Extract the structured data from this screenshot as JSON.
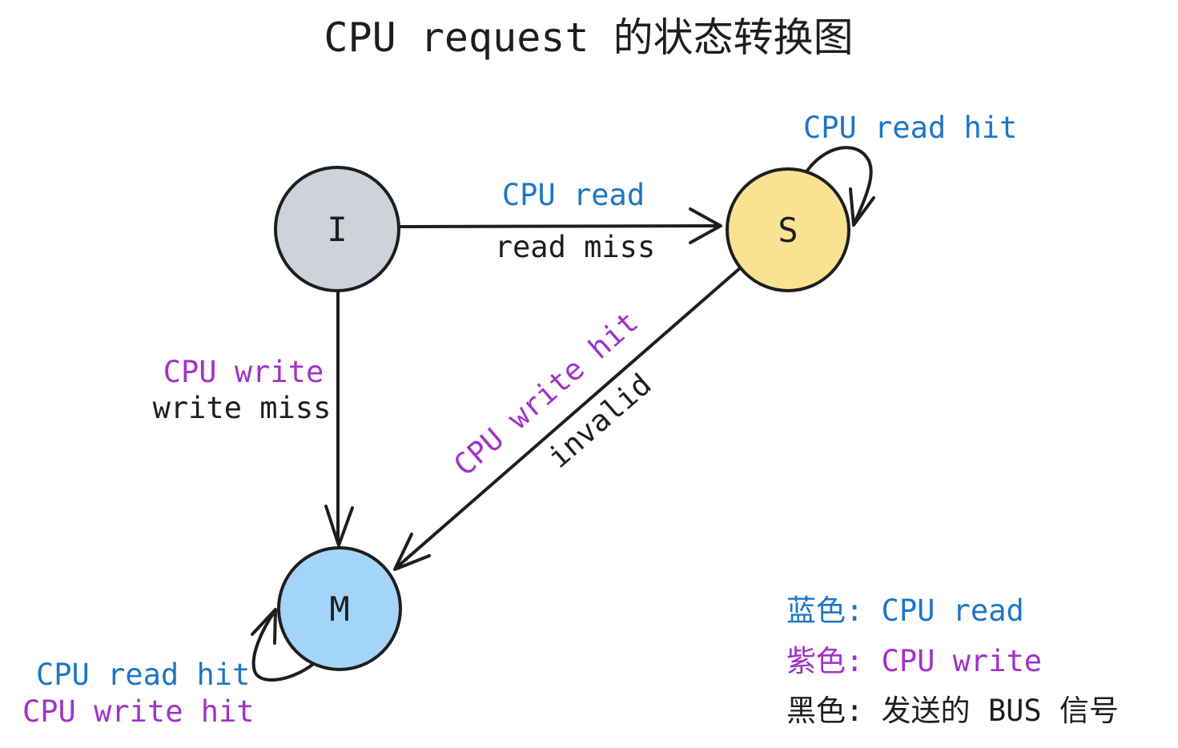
{
  "title": "CPU request 的状态转换图",
  "colors": {
    "blue": "#1C76C5",
    "purple": "#A032C8",
    "ink": "#1E1E1E",
    "i_fill": "#CED3DA",
    "s_fill": "#FAE293",
    "m_fill": "#A3D5FA"
  },
  "states": {
    "invalid": {
      "label": "I"
    },
    "shared": {
      "label": "S"
    },
    "modified": {
      "label": "M"
    }
  },
  "transitions": {
    "i_to_s": {
      "cpu": "CPU read",
      "bus": "read miss"
    },
    "i_to_m": {
      "cpu": "CPU write",
      "bus": "write miss"
    },
    "s_to_m": {
      "cpu": "CPU write hit",
      "bus": "invalid"
    },
    "s_self": {
      "cpu": "CPU read hit"
    },
    "m_self": {
      "cpu_read": "CPU read hit",
      "cpu_write": "CPU write hit"
    }
  },
  "legend": {
    "blue_line": "蓝色: CPU read",
    "purple_line": "紫色: CPU write",
    "black_line": "黑色: 发送的 BUS 信号"
  }
}
